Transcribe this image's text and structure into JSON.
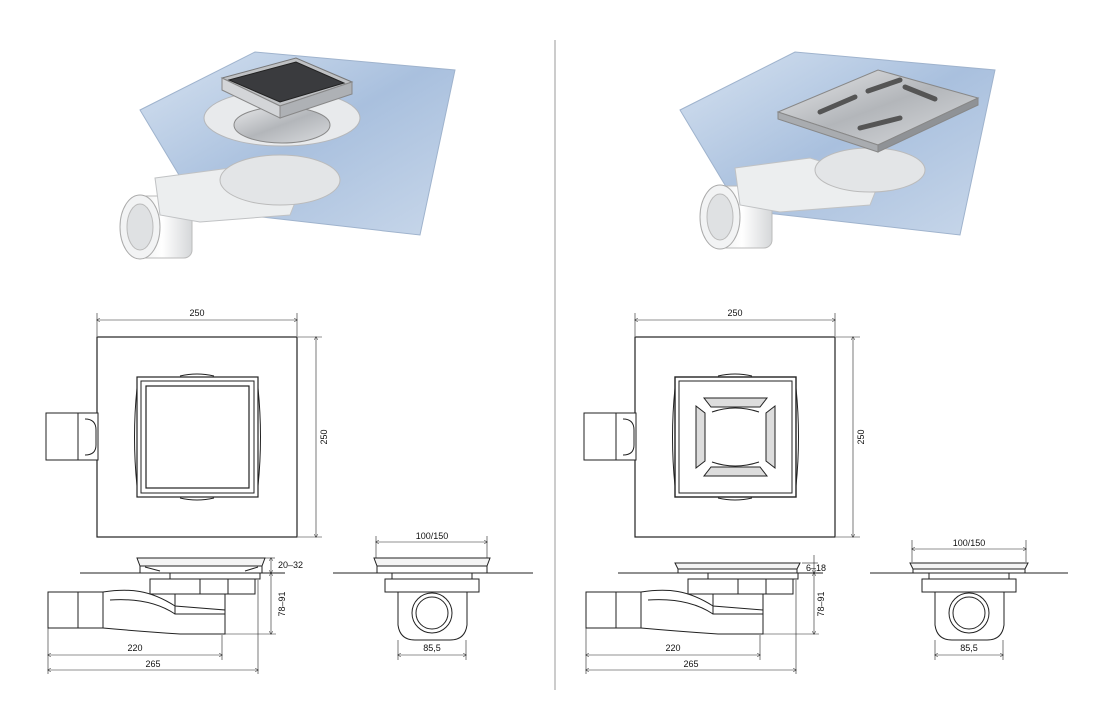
{
  "left_product": {
    "top_view": {
      "width_label": "250",
      "height_label": "250"
    },
    "side_view": {
      "height_label": "78–91",
      "adjust_label": "20–32",
      "len1_label": "220",
      "len2_label": "265"
    },
    "front_view": {
      "grate_label": "100/150",
      "bottom_label": "85,5"
    }
  },
  "right_product": {
    "top_view": {
      "width_label": "250",
      "height_label": "250"
    },
    "side_view": {
      "height_label": "78–91",
      "adjust_label": "6–18",
      "len1_label": "220",
      "len2_label": "265"
    },
    "front_view": {
      "grate_label": "100/150",
      "bottom_label": "85,5"
    }
  },
  "colors": {
    "membrane": "#b9cce4",
    "steel": "#c7c9cc",
    "dark_steel": "#3a3b3e",
    "line": "#222222"
  }
}
